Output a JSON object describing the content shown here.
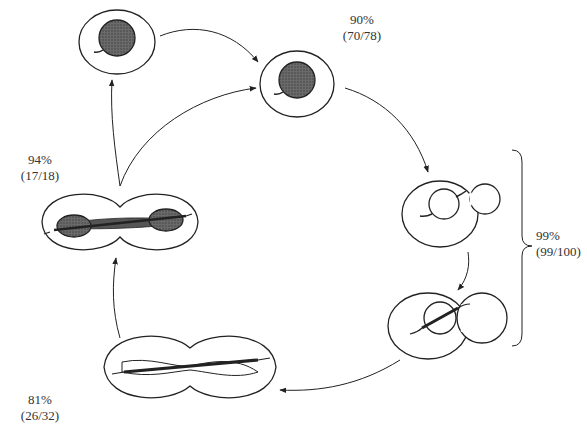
{
  "diagram": {
    "labels": [
      "90%",
      "(70/78)",
      "99%",
      "(99/100)",
      "81%",
      "(26/32)",
      "94%",
      "(17/18)"
    ]
  }
}
